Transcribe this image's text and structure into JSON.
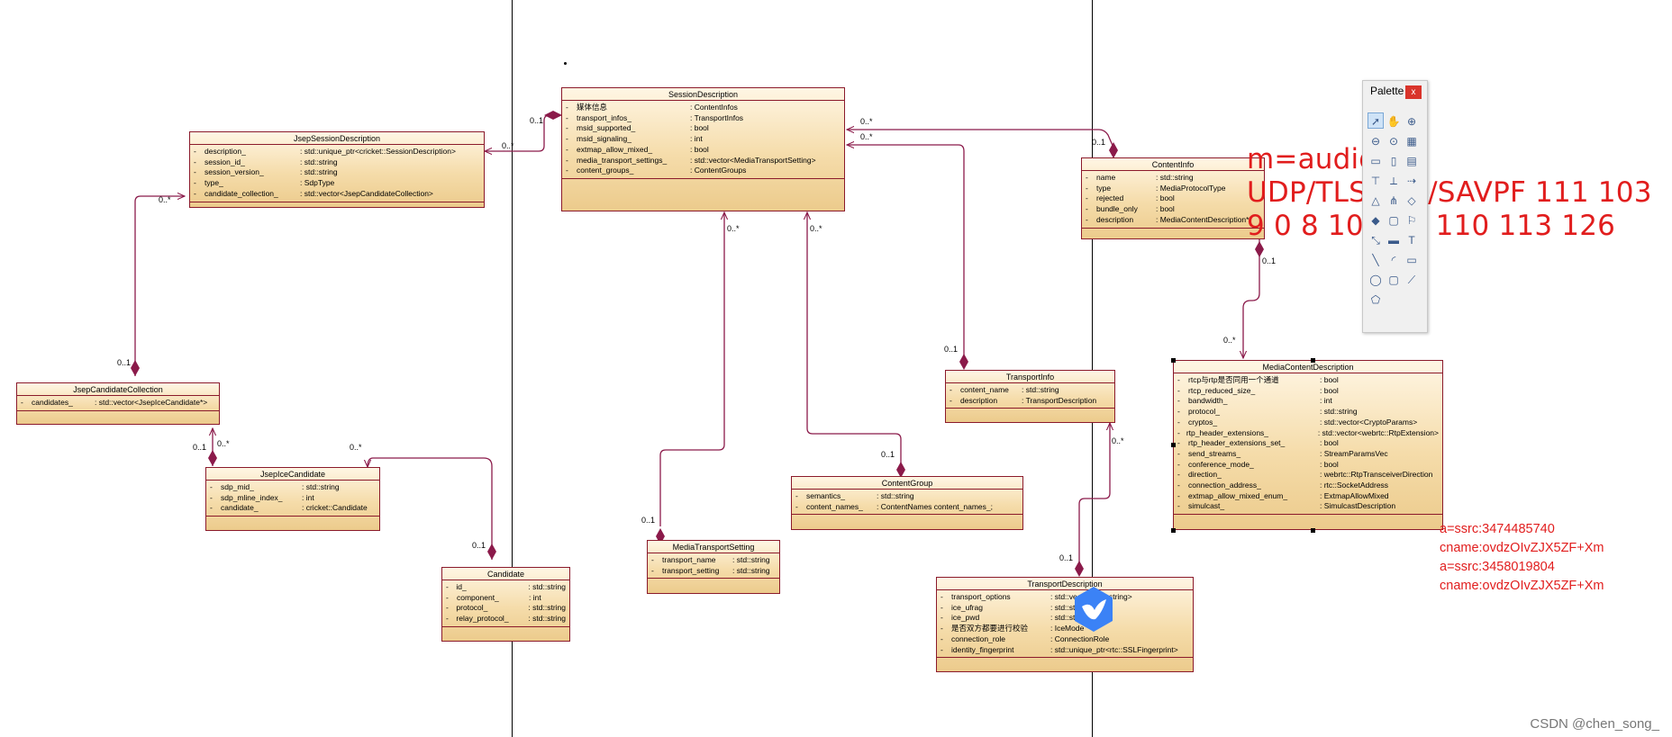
{
  "classes": {
    "session_description": {
      "name": "SessionDescription",
      "attrs": [
        {
          "vis": "-",
          "name": "媒体信息",
          "type": ": ContentInfos"
        },
        {
          "vis": "-",
          "name": "transport_infos_",
          "type": ": TransportInfos"
        },
        {
          "vis": "-",
          "name": "msid_supported_",
          "type": ": bool"
        },
        {
          "vis": "-",
          "name": "msid_signaling_",
          "type": ": int"
        },
        {
          "vis": "-",
          "name": "extmap_allow_mixed_",
          "type": ": bool"
        },
        {
          "vis": "-",
          "name": "media_transport_settings_",
          "type": ": std::vector<MediaTransportSetting>"
        },
        {
          "vis": "-",
          "name": "content_groups_",
          "type": ": ContentGroups"
        }
      ]
    },
    "jsep_session_description": {
      "name": "JsepSessionDescription",
      "attrs": [
        {
          "vis": "-",
          "name": "description_",
          "type": ": std::unique_ptr<cricket::SessionDescription>"
        },
        {
          "vis": "-",
          "name": "session_id_",
          "type": ": std::string"
        },
        {
          "vis": "-",
          "name": "session_version_",
          "type": ": std::string"
        },
        {
          "vis": "-",
          "name": "type_",
          "type": ": SdpType"
        },
        {
          "vis": "-",
          "name": "candidate_collection_",
          "type": ": std::vector<JsepCandidateCollection>"
        }
      ]
    },
    "jsep_candidate_collection": {
      "name": "JsepCandidateCollection",
      "attrs": [
        {
          "vis": "-",
          "name": "candidates_",
          "type": ": std::vector<JsepIceCandidate*>"
        }
      ]
    },
    "jsep_ice_candidate": {
      "name": "JsepIceCandidate",
      "attrs": [
        {
          "vis": "-",
          "name": "sdp_mid_",
          "type": ": std::string"
        },
        {
          "vis": "-",
          "name": "sdp_mline_index_",
          "type": ": int"
        },
        {
          "vis": "-",
          "name": "candidate_",
          "type": ": cricket::Candidate"
        }
      ]
    },
    "candidate": {
      "name": "Candidate",
      "attrs": [
        {
          "vis": "-",
          "name": "id_",
          "type": ": std::string"
        },
        {
          "vis": "-",
          "name": "component_",
          "type": ": int"
        },
        {
          "vis": "-",
          "name": "protocol_",
          "type": ": std::string"
        },
        {
          "vis": "-",
          "name": "relay_protocol_",
          "type": ": std::string"
        }
      ]
    },
    "media_transport_setting": {
      "name": "MediaTransportSetting",
      "attrs": [
        {
          "vis": "-",
          "name": "transport_name",
          "type": ": std::string"
        },
        {
          "vis": "-",
          "name": "transport_setting",
          "type": ": std::string"
        }
      ]
    },
    "content_group": {
      "name": "ContentGroup",
      "attrs": [
        {
          "vis": "-",
          "name": "semantics_",
          "type": ": std::string"
        },
        {
          "vis": "-",
          "name": "content_names_",
          "type": ": ContentNames content_names_;"
        }
      ]
    },
    "transport_info": {
      "name": "TransportInfo",
      "attrs": [
        {
          "vis": "-",
          "name": "content_name",
          "type": ": std::string"
        },
        {
          "vis": "-",
          "name": "description",
          "type": ": TransportDescription"
        }
      ]
    },
    "content_info": {
      "name": "ContentInfo",
      "attrs": [
        {
          "vis": "-",
          "name": "name",
          "type": ": std::string"
        },
        {
          "vis": "-",
          "name": "type",
          "type": ": MediaProtocolType"
        },
        {
          "vis": "-",
          "name": "rejected",
          "type": ": bool"
        },
        {
          "vis": "-",
          "name": "bundle_only",
          "type": ": bool"
        },
        {
          "vis": "-",
          "name": "description",
          "type": ": MediaContentDescription*"
        }
      ]
    },
    "media_content_description": {
      "name": "MediaContentDescription",
      "attrs": [
        {
          "vis": "-",
          "name": "rtcp与rtp是否同用一个通道",
          "type": ": bool"
        },
        {
          "vis": "-",
          "name": "rtcp_reduced_size_",
          "type": ": bool"
        },
        {
          "vis": "-",
          "name": "bandwidth_",
          "type": ": int"
        },
        {
          "vis": "-",
          "name": "protocol_",
          "type": ": std::string"
        },
        {
          "vis": "-",
          "name": "cryptos_",
          "type": ": std::vector<CryptoParams>"
        },
        {
          "vis": "-",
          "name": "rtp_header_extensions_",
          "type": ": std::vector<webrtc::RtpExtension>"
        },
        {
          "vis": "-",
          "name": "rtp_header_extensions_set_",
          "type": ": bool"
        },
        {
          "vis": "-",
          "name": "send_streams_",
          "type": ": StreamParamsVec"
        },
        {
          "vis": "-",
          "name": "conference_mode_",
          "type": ": bool"
        },
        {
          "vis": "-",
          "name": "direction_",
          "type": ": webrtc::RtpTransceiverDirection"
        },
        {
          "vis": "-",
          "name": "connection_address_",
          "type": ": rtc::SocketAddress"
        },
        {
          "vis": "-",
          "name": "extmap_allow_mixed_enum_",
          "type": ": ExtmapAllowMixed"
        },
        {
          "vis": "-",
          "name": "simulcast_",
          "type": ": SimulcastDescription"
        }
      ]
    },
    "transport_description": {
      "name": "TransportDescription",
      "attrs": [
        {
          "vis": "-",
          "name": "transport_options",
          "type": ": std::vector<std::string>"
        },
        {
          "vis": "-",
          "name": "ice_ufrag",
          "type": ": std::string"
        },
        {
          "vis": "-",
          "name": "ice_pwd",
          "type": ": std::string"
        },
        {
          "vis": "-",
          "name": "是否双方都要进行校验",
          "type": ": IceMode"
        },
        {
          "vis": "-",
          "name": "connection_role",
          "type": ": ConnectionRole"
        },
        {
          "vis": "-",
          "name": "identity_fingerprint",
          "type": ": std::unique_ptr<rtc::SSLFingerprint>"
        }
      ]
    }
  },
  "multiplicities": {
    "sd_jsep_01": "0..1",
    "sd_jsep_0n": "0..*",
    "jsep_coll_0n": "0..*",
    "coll_jsep_01": "0..1",
    "coll_ice_01": "0..1",
    "coll_ice_0n": "0..*",
    "ice_cand_0n": "0..*",
    "cand_01": "0..1",
    "sd_mts_0n": "0..*",
    "mts_01": "0..1",
    "sd_cg_0n": "0..*",
    "cg_01": "0..1",
    "sd_ci_0n_a": "0..*",
    "sd_ci_0n_b": "0..*",
    "ci_sd_01": "0..1",
    "ti_01": "0..1",
    "ci_mcd_01": "0..1",
    "mcd_0n": "0..*",
    "ti_td_0n": "0..*",
    "td_01": "0..1"
  },
  "annotations": {
    "m_line": [
      "m=audio 9",
      "UDP/TLS/RTP/SAVPF 111 103",
      "9 0 8 105 13 110 113 126"
    ],
    "ssrc_lines": [
      "a=ssrc:3474485740",
      "cname:ovdzOIvZJX5ZF+Xm",
      "a=ssrc:3458019804",
      "cname:ovdzOIvZJX5ZF+Xm"
    ]
  },
  "palette": {
    "title": "Palette",
    "close": "x"
  },
  "watermark": "CSDN @chen_song_",
  "colors": {
    "class_border": "#8b1a2b",
    "connector": "#8b1a4a",
    "annotation": "#e11d1d"
  }
}
